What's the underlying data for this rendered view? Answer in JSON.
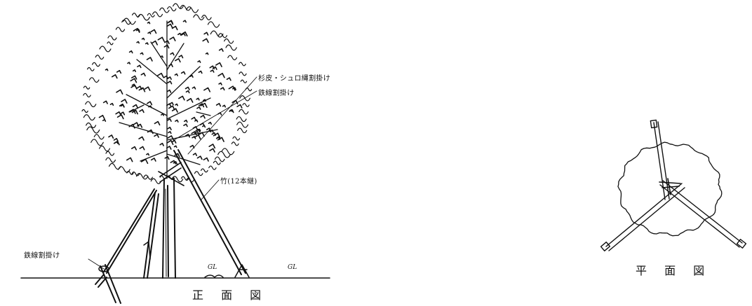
{
  "front_view": {
    "title": "正 面 図",
    "labels": {
      "bark_wrap": "杉皮・シュロ縄割掛け",
      "wire_top": "鉄線割掛け",
      "bamboo_poles": "竹(12本継)",
      "wire_bottom": "鉄線割掛け",
      "gl_left": "GL",
      "gl_right": "GL"
    }
  },
  "plan_view": {
    "title": "平 面 図"
  }
}
